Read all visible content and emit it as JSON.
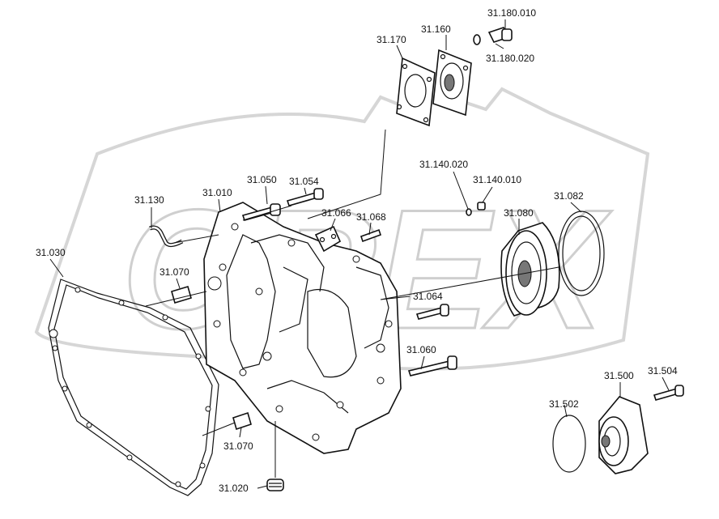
{
  "watermark": {
    "text": "OREX"
  },
  "labels": {
    "l31_180_010": "31.180.010",
    "l31_170": "31.170",
    "l31_160": "31.160",
    "l31_180_020": "31.180.020",
    "l31_140_020": "31.140.020",
    "l31_140_010": "31.140.010",
    "l31_082": "31.082",
    "l31_050": "31.050",
    "l31_054": "31.054",
    "l31_010": "31.010",
    "l31_130": "31.130",
    "l31_066": "31.066",
    "l31_068": "31.068",
    "l31_080": "31.080",
    "l31_030": "31.030",
    "l31_070_top": "31.070",
    "l31_064": "31.064",
    "l31_060": "31.060",
    "l31_504": "31.504",
    "l31_500": "31.500",
    "l31_502": "31.502",
    "l31_070_bottom": "31.070",
    "l31_020": "31.020"
  }
}
